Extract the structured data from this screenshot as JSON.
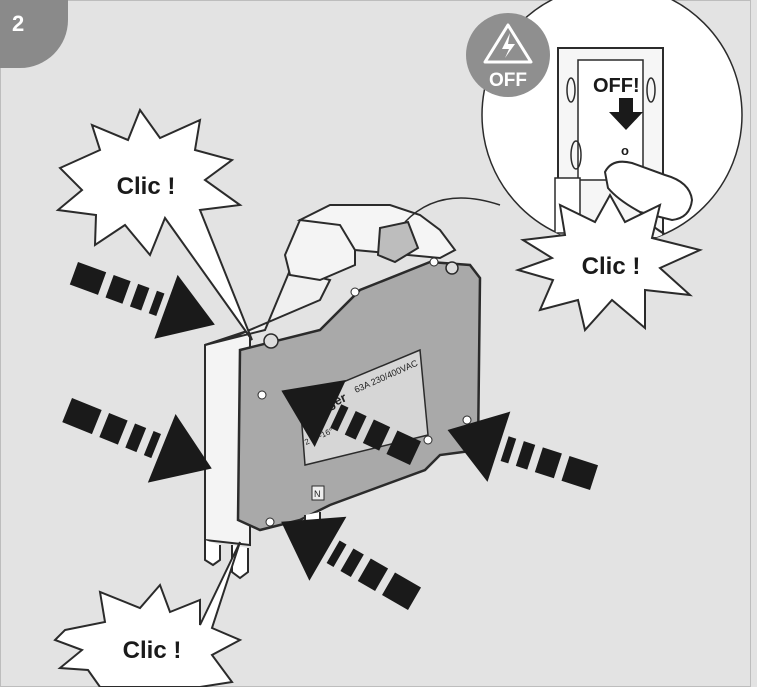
{
  "step": {
    "number": "2"
  },
  "bursts": [
    {
      "text": "Clic !"
    },
    {
      "text": "Clic !"
    },
    {
      "text": "Clic !"
    }
  ],
  "zoom": {
    "off_badge_text": "OFF",
    "switch_label": "OFF!",
    "position_mark": "o"
  },
  "device": {
    "brand": "hager",
    "rating": "63A 230/400VAC",
    "terminal_mark": "N",
    "marking_partial": "2 ... -16°"
  },
  "colors": {
    "background": "#e3e3e3",
    "step_badge": "#8a8a8a",
    "device_face": "#a9a9a9",
    "device_body": "#f4f4f4",
    "arrows": "#1a1a1a",
    "off_badge": "#8f8f8f"
  }
}
